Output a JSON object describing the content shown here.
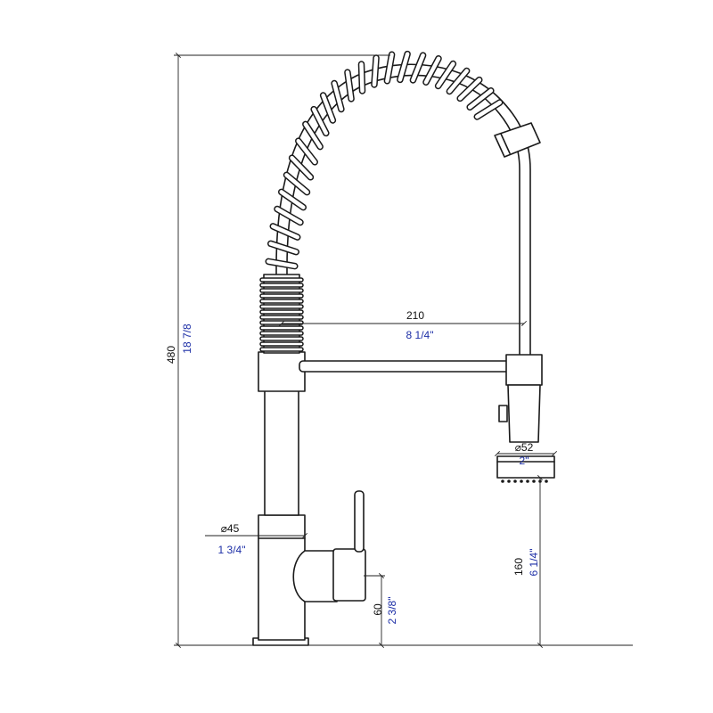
{
  "drawing": {
    "ink_color": "#1a1a1a",
    "imperial_color": "#1c2ea6",
    "dimensions": {
      "total_height": {
        "metric": "480",
        "imperial": "18 7/8"
      },
      "spout_reach": {
        "metric": "210",
        "imperial": "8 1/4\""
      },
      "spray_head_diameter": {
        "metric": "⌀52",
        "imperial": "2\""
      },
      "body_diameter": {
        "metric": "⌀45",
        "imperial": "1 3/4\""
      },
      "spray_head_height": {
        "metric": "160",
        "imperial": "6 1/4\""
      },
      "handle_height": {
        "metric": "60",
        "imperial": "2 3/8\""
      }
    }
  }
}
